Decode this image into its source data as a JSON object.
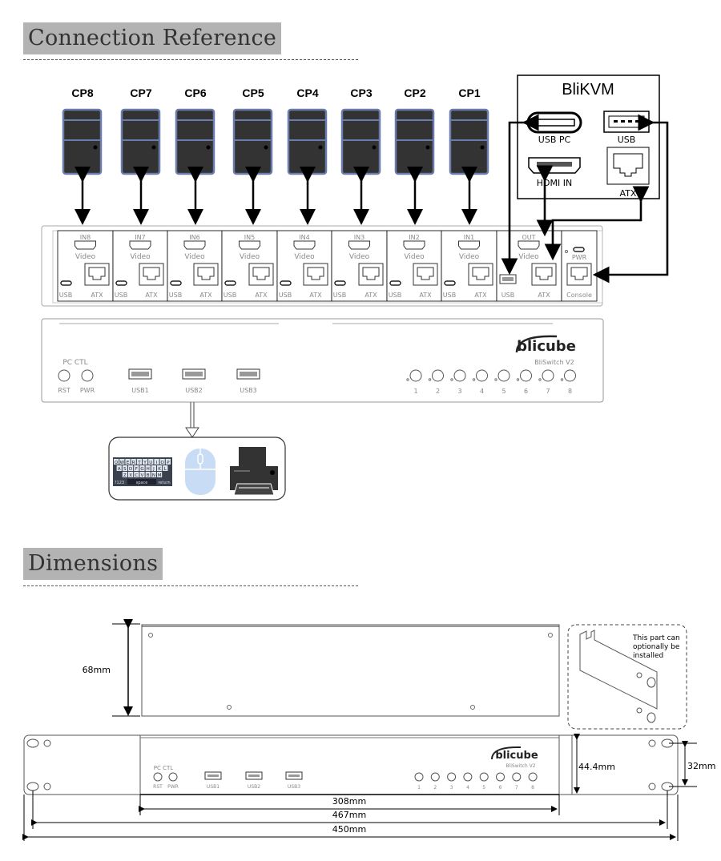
{
  "sections": {
    "connection_title": "Connection Reference",
    "dimensions_title": "Dimensions"
  },
  "computers": [
    "CP8",
    "CP7",
    "CP6",
    "CP5",
    "CP4",
    "CP3",
    "CP2",
    "CP1"
  ],
  "blikvm": {
    "title": "BliKVM",
    "ports": {
      "usb_pc": "USB PC",
      "usb": "USB",
      "hdmi_in": "HDMI IN",
      "atx": "ATX"
    }
  },
  "rear_panel": {
    "inputs": [
      "IN8",
      "IN7",
      "IN6",
      "IN5",
      "IN4",
      "IN3",
      "IN2",
      "IN1"
    ],
    "video_label": "Video",
    "usb_label": "USB",
    "atx_label": "ATX",
    "out_label": "OUT",
    "pwr_label": "PWR",
    "console_label": "Console"
  },
  "front_panel": {
    "pc_ctl": "PC CTL",
    "rst": "RST",
    "pwr": "PWR",
    "usb_ports": [
      "USB1",
      "USB2",
      "USB3"
    ],
    "brand": "blicube",
    "model": "BliSwitch V2",
    "channels": [
      "1",
      "2",
      "3",
      "4",
      "5",
      "6",
      "7",
      "8"
    ]
  },
  "peripherals": {
    "keyboard_rows": [
      "QWERTYUIOP",
      "ASDFGHJKL",
      "ZXCVBNM"
    ],
    "keyboard_keys": {
      "num": "?123",
      "space": "space",
      "return": "return"
    },
    "items": [
      "keyboard",
      "mouse",
      "printer"
    ]
  },
  "dimensions": {
    "height_case": "68mm",
    "height_rack": "44.4mm",
    "hole_spacing": "32mm",
    "width_body": "308mm",
    "width_ears": "467mm",
    "width_total": "450mm",
    "bracket_note": "This part can optionally be installed"
  },
  "colors": {
    "section_bg": "#b3b3b3",
    "pc_body": "#333333",
    "pc_border": "#6b7bab",
    "mouse": "#c9dcf5",
    "keyboard": "#3a4250"
  }
}
